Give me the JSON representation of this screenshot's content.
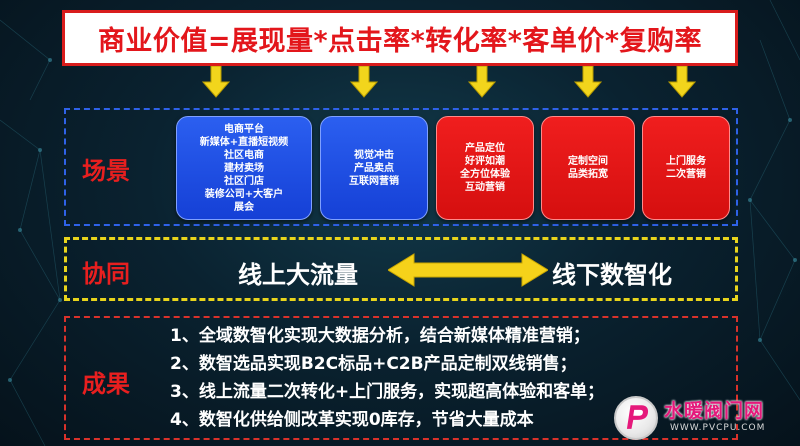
{
  "title": "商业价值=展现量*点击率*转化率*客单价*复购率",
  "sections": {
    "scene": {
      "label": "场景",
      "cards": [
        {
          "lines": [
            "电商平台",
            "新媒体+直播短视频",
            "社区电商",
            "建材卖场",
            "社区门店",
            "装修公司+大客户",
            "展会"
          ]
        },
        {
          "lines": [
            "视觉冲击",
            "产品卖点",
            "互联网营销"
          ]
        },
        {
          "lines": [
            "产品定位",
            "好评如潮",
            "全方位体验",
            "互动营销"
          ]
        },
        {
          "lines": [
            "定制空间",
            "品类拓宽"
          ]
        },
        {
          "lines": [
            "上门服务",
            "二次营销"
          ]
        }
      ]
    },
    "collab": {
      "label": "协同",
      "left": "线上大流量",
      "right": "线下数智化"
    },
    "result": {
      "label": "成果",
      "items": [
        "1、全域数智化实现大数据分析，结合新媒体精准营销；",
        "2、数智选品实现B2C标品+C2B产品定制双线销售；",
        "3、线上流量二次转化+上门服务，实现超高体验和客单；",
        "4、数智化供给侧改革实现0库存，节省大量成本"
      ]
    }
  },
  "watermark": {
    "text": "水暖阀门网",
    "url": "WWW.PVCPU.COM"
  },
  "colors": {
    "accent_red": "#e3161b",
    "scene_blue": "#2b5ff0",
    "collab_yellow": "#e8d41c",
    "card_red": "#f01e1e"
  }
}
